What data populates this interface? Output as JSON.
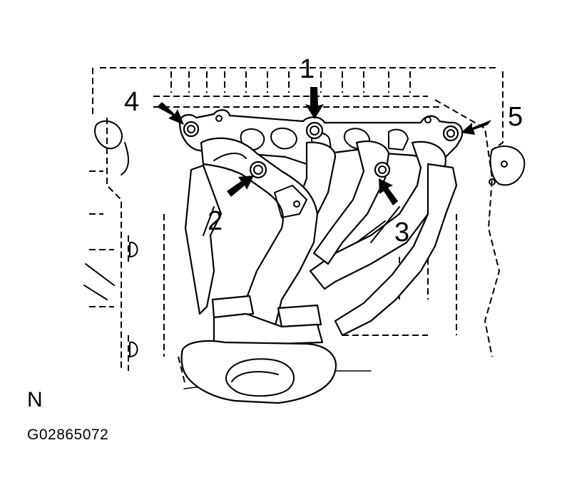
{
  "diagram": {
    "callouts": [
      {
        "id": "1",
        "label": "1"
      },
      {
        "id": "2",
        "label": "2"
      },
      {
        "id": "3",
        "label": "3"
      },
      {
        "id": "4",
        "label": "4"
      },
      {
        "id": "5",
        "label": "5"
      }
    ],
    "orientation_letter": "N",
    "figure_code": "G02865072",
    "colors": {
      "line": "#000000",
      "background": "#ffffff"
    }
  }
}
